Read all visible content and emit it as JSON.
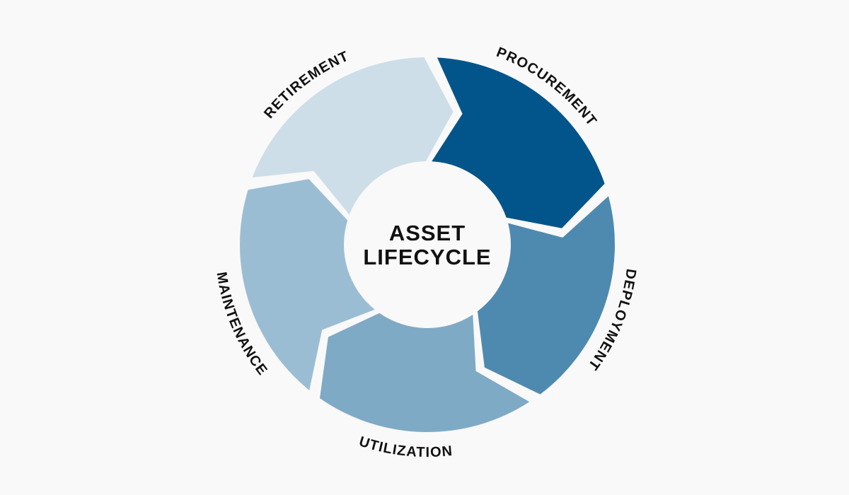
{
  "title": {
    "line1": "ASSET",
    "line2": "LIFECYCLE"
  },
  "stages": [
    {
      "label": "PROCUREMENT",
      "color": "#02558A"
    },
    {
      "label": "DEPLOYMENT",
      "color": "#4E8AB0"
    },
    {
      "label": "UTILIZATION",
      "color": "#7FAAC6"
    },
    {
      "label": "MAINTENANCE",
      "color": "#9BBDD3"
    },
    {
      "label": "RETIREMENT",
      "color": "#CDDEE9"
    }
  ]
}
